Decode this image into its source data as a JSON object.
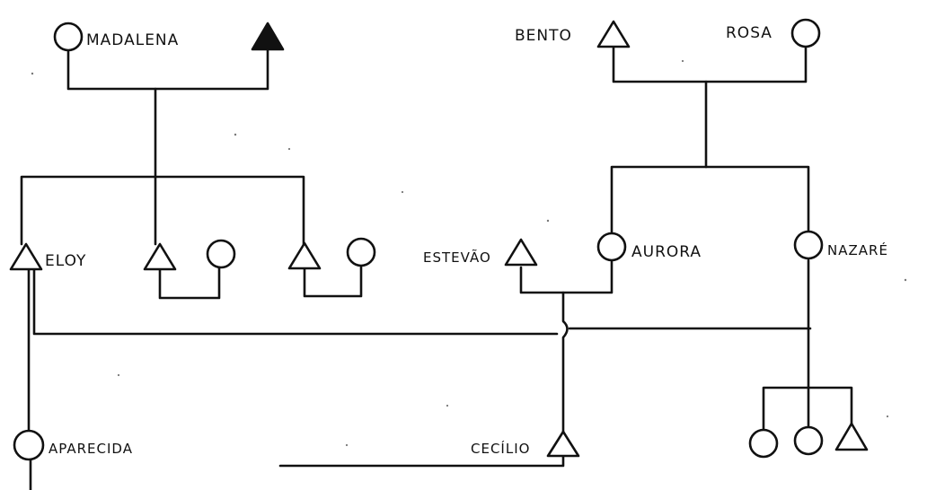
{
  "diagram": {
    "type": "kinship",
    "people": {
      "madalena": "MADALENA",
      "bento": "BENTO",
      "rosa": "ROSA",
      "eloy": "ELOY",
      "estevao": "ESTEVÃO",
      "aurora": "AURORA",
      "nazare": "NAZARÉ",
      "aparecida": "APARECIDA",
      "cecilio": "CECÍLIO"
    },
    "symbols": {
      "female": "circle",
      "male": "triangle",
      "deceased": "filled-triangle"
    },
    "colors": {
      "ink": "#111111",
      "paper": "#ffffff"
    }
  }
}
